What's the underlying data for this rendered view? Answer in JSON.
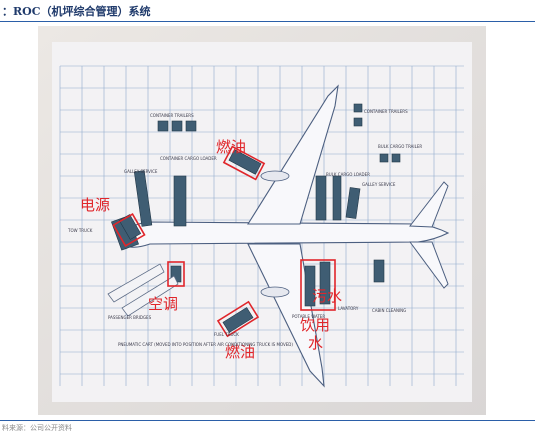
{
  "header": {
    "title": "：ROC（机坪综合管理）系统"
  },
  "footer": {
    "source": "料来源：公司公开资料"
  },
  "diagram": {
    "red_labels": {
      "fuel_top": "燃油",
      "power": "电源",
      "aircon": "空调",
      "fuel_bottom": "燃油",
      "wastewater": "污水",
      "water_line1": "饮用",
      "water_line2": "水"
    },
    "sketch_labels": {
      "container_trailers_left": "CONTAINER TRAILERS",
      "container_cargo_loader": "CONTAINER CARGO LOADER",
      "galley_service_left": "GALLEY SERVICE",
      "tow_truck": "TOW TRUCK",
      "passenger_bridges": "PASSENGER BRIDGES",
      "fuel_truck": "FUEL TRUCK",
      "container_trailers_right": "CONTAINER TRAILERS",
      "bulk_cargo_trailer": "BULK CARGO TRAILER",
      "bulk_cargo_loader": "BULK CARGO LOADER",
      "galley_service_right": "GALLEY SERVICE",
      "potable_water": "POTABLE WATER",
      "lavatory": "LAVATORY",
      "cabin_cleaning": "CABIN CLEANING",
      "pneumatic_cart": "PNEUMATIC CART (MOVED INTO POSITION AFTER AIR CONDITIONING TRUCK IS MOVED)"
    }
  }
}
